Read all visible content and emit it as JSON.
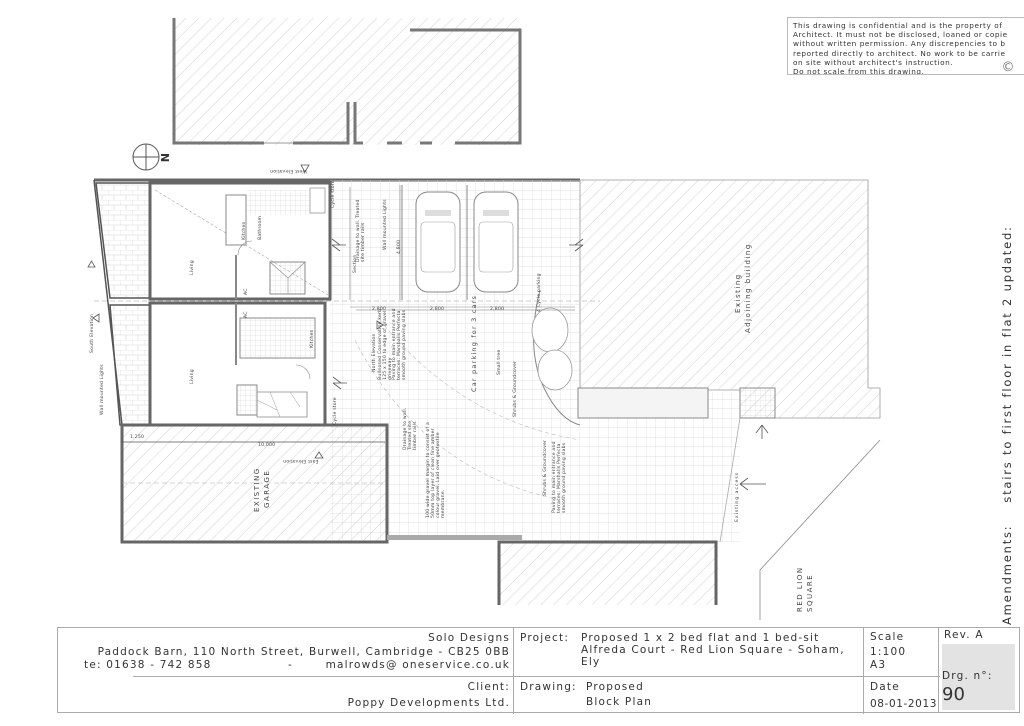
{
  "notice": {
    "lines": [
      "This drawing is confidential and is the property of",
      "Architect. It must not be disclosed, loaned or copie",
      "without written permission. Any discrepencies to b",
      "reported directly to architect. No work to be carrie",
      "on site without architect's instruction."
    ],
    "underline": "Do not scale from this drawing.",
    "copyright_symbol": "©"
  },
  "north_arrow": {
    "label": "N"
  },
  "amendments": {
    "label": "Amendments:",
    "text": "stairs to first floor in flat 2 updated:"
  },
  "plan_labels": {
    "west_elevation": "West Elevation",
    "east_elevation": "East Elevation",
    "north_elevation": "North Elevation",
    "south_elevation": "South Elevation",
    "section": "Section",
    "wall_lights_1": "Wall mounted Lights",
    "wall_lights_2": "Wall mounted Lights",
    "cycle_store_1": "Cycle store",
    "cycle_store_2": "Cycle store",
    "kitchen_1": "Kitchen",
    "kitchen_2": "Kitchen",
    "bathroom": "Bathroom",
    "living_1": "Living",
    "living_2": "Living",
    "ac_1": "AC",
    "ac_2": "AC",
    "drainage_1": "Drainage to wall. Treated site timber rails",
    "drainage_2": "Drainage to wall. Treated site timber rails",
    "bullnosed": "Bullnosed Conservation kerb 125 x 150 to edge of gravel driveway",
    "paving_1": "Paving to main entrance and terraces: Marshalls Perfecta smooth ground paving slabs",
    "paving_2": "Paving to main entrance and terraces: Marshalls Perfecta smooth ground paving slabs",
    "gravel": "100 wide gravel margin to consist of a 50mm top layer of clean fine amber colour gravel. Laid over geotextile membrane.",
    "car_parking": "Car parking for 3 cars",
    "cycle_parking": "4 Cycle parking",
    "small_tree": "Small tree",
    "shrubs_1": "Shrubs & Groundcover",
    "shrubs_2": "Shrubs & Groundcover",
    "existing_garage_1": "EXISTING",
    "existing_garage_2": "GARAGE",
    "adjoining_1": "Existing",
    "adjoining_2": "Adjoining building",
    "existing_access": "Existing access",
    "red_lion_1": "RED LION",
    "red_lion_2": "SQUARE",
    "dim_4800": "4,800",
    "dim_2800a": "2,800",
    "dim_2800b": "2,800",
    "dim_2800c": "2,800",
    "dim_1250": "1,250",
    "dim_10000": "10,000"
  },
  "title_block": {
    "company": "Solo Designs",
    "address": "Paddock Barn, 110 North Street, Burwell, Cambridge - CB25 0BB",
    "phone": "te:  01638 - 742 858",
    "separator": "-",
    "email": "malrowds@ oneservice.co.uk",
    "client_label": "Client:",
    "client": "Poppy Developments Ltd.",
    "project_label": "Project:",
    "project_line1": "Proposed 1 x 2 bed flat and 1 bed-sit",
    "project_line2": "Alfreda Court - Red Lion Square - Soham,",
    "project_line3": "Ely",
    "drawing_label": "Drawing:",
    "drawing_line1": "Proposed",
    "drawing_line2": "Block Plan",
    "scale_label": "Scale",
    "scale_value": "1:100",
    "paper_size": "A3",
    "date_label": "Date",
    "date_value": "08-01-2013",
    "rev_label": "Rev. A",
    "drg_label": "Drg. n°:",
    "drg_number": "90"
  }
}
